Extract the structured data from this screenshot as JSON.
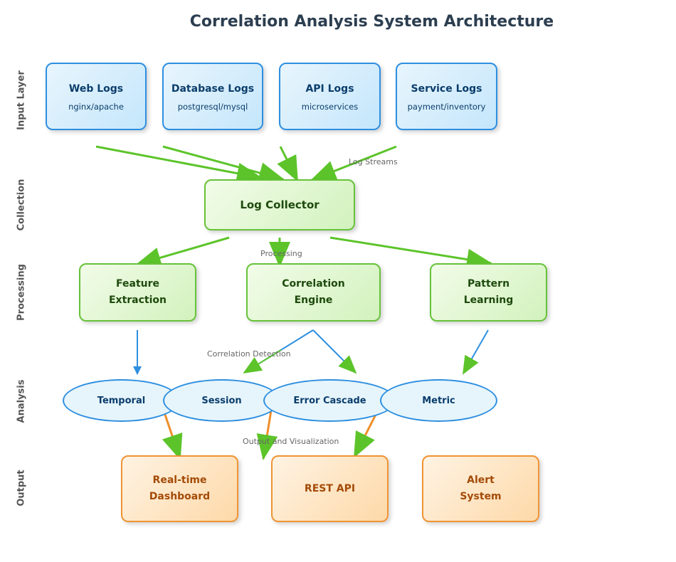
{
  "title": "Correlation Analysis System Architecture",
  "layers": {
    "input": "Input Layer",
    "collection": "Collection",
    "processing": "Processing",
    "analysis": "Analysis",
    "output": "Output"
  },
  "inputs": [
    {
      "name": "Web Logs",
      "sub": "nginx/apache"
    },
    {
      "name": "Database Logs",
      "sub": "postgresql/mysql"
    },
    {
      "name": "API Logs",
      "sub": "microservices"
    },
    {
      "name": "Service Logs",
      "sub": "payment/inventory"
    }
  ],
  "collector": {
    "name": "Log Collector"
  },
  "processing": [
    {
      "line1": "Feature",
      "line2": "Extraction"
    },
    {
      "line1": "Correlation",
      "line2": "Engine"
    },
    {
      "line1": "Pattern",
      "line2": "Learning"
    }
  ],
  "analysis": [
    "Temporal",
    "Session",
    "Error Cascade",
    "Metric"
  ],
  "outputs": [
    {
      "line1": "Real-time",
      "line2": "Dashboard"
    },
    {
      "line1": "REST API",
      "line2": ""
    },
    {
      "line1": "Alert",
      "line2": "System"
    }
  ],
  "edge_labels": {
    "streams": "Log Streams",
    "processing": "Processing",
    "detection": "Correlation Detection",
    "output": "Output and Visualization"
  },
  "colors": {
    "green_arrow": "#5cc42a",
    "blue_arrow": "#2e8fe0",
    "orange_arrow": "#ef8f2a"
  }
}
